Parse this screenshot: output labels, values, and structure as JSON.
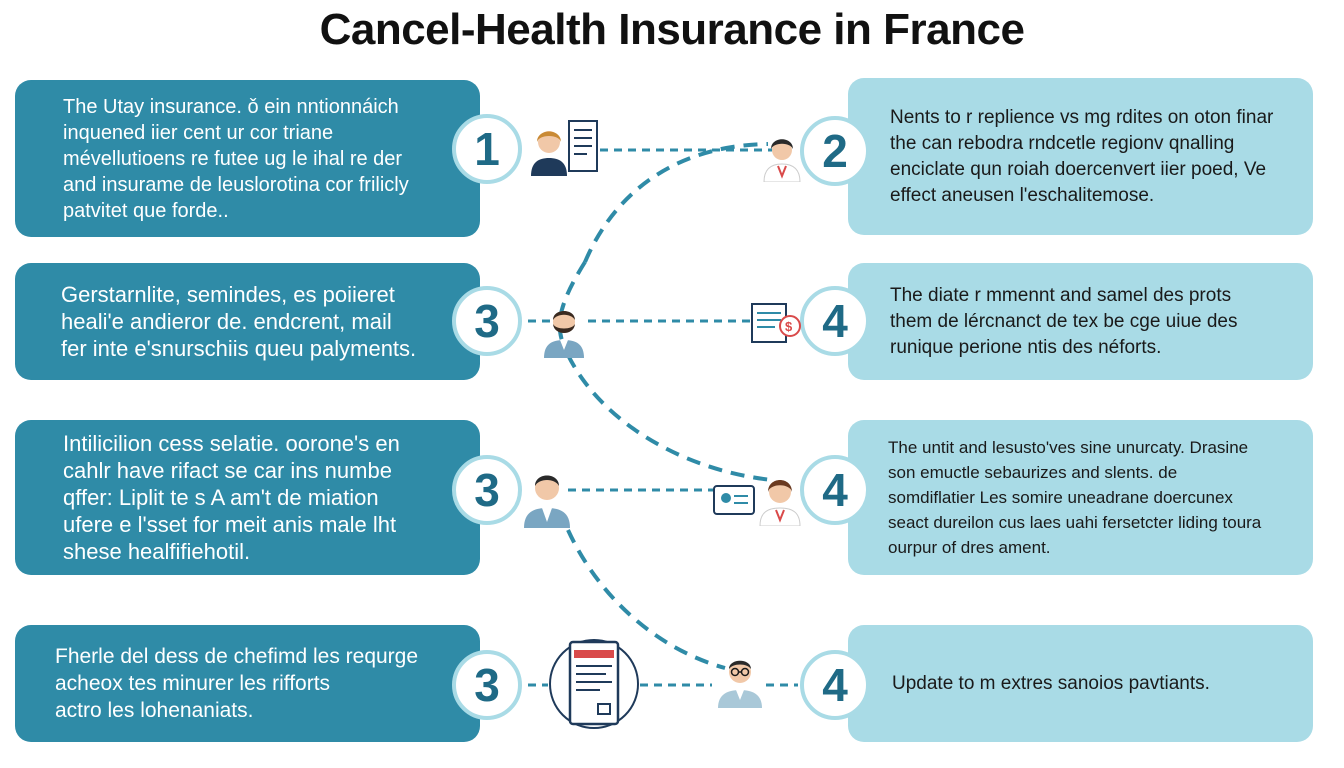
{
  "title": "Cancel-Health Insurance in France",
  "steps": [
    {
      "number": "1",
      "text": "The Utay insurance. ǒ ein nntionnáich\ninquened iier cent ur cor triane\nmévellutioens re futee ug le ihal re der\nand insurame de leuslorotina cor frilicly\npatvitet que forde.."
    },
    {
      "number": "2",
      "text": "Nents to r replience vs mg rdites on oton finar\nthe can rebodra rndcetle regionv qnalling\nenciclate qun roiah doercenvert iier poed, Ve\neffect aneusen l'eschalitemose."
    },
    {
      "number": "3",
      "text": "Gerstarnlite, semindes, es poiieret\nheali'e andieror de. endcrent, mail\nfer inte e'snurschiis queu palyments."
    },
    {
      "number": "4",
      "text": "The diate r mmennt and samel des prots\nthem de lércnanct de tex be cge uiue des\nrunique perione ntis des néforts."
    },
    {
      "number": "3",
      "text": "Intilicilion cess selatie. oorone's en\ncahlr have rifact se car ins numbe\nqffer: Liplit te s A am't de miation\nufere e l'sset for meit anis male lht\nshese healfifiehotil."
    },
    {
      "number": "4",
      "text": "The untit and lesusto'ves sine unurcaty. Drasine\nson emuctle sebaurizes and slents. de\nsomdiflatier Les somire uneadrane doercunex\nseact dureilon cus laes uahi fersetcter liding toura\nourpur of dres ament."
    },
    {
      "number": "3",
      "text": "Fherle del dess de chefimd les requrge\nacheox tes minurer les rifforts\nactro les lohenaniats."
    },
    {
      "number": "4",
      "text": "Update to m extres sanoios pavtiants."
    }
  ],
  "colors": {
    "dark_box": "#2f8ba7",
    "light_box": "#a9dbe6",
    "number": "#1f6a86",
    "connector": "#2f8ba7"
  },
  "icons": [
    "person-with-document-icon",
    "doctor-icon",
    "man-icon",
    "document-prescription-icon",
    "man-icon",
    "doctor-with-card-icon",
    "invoice-document-icon",
    "doctor-icon"
  ]
}
